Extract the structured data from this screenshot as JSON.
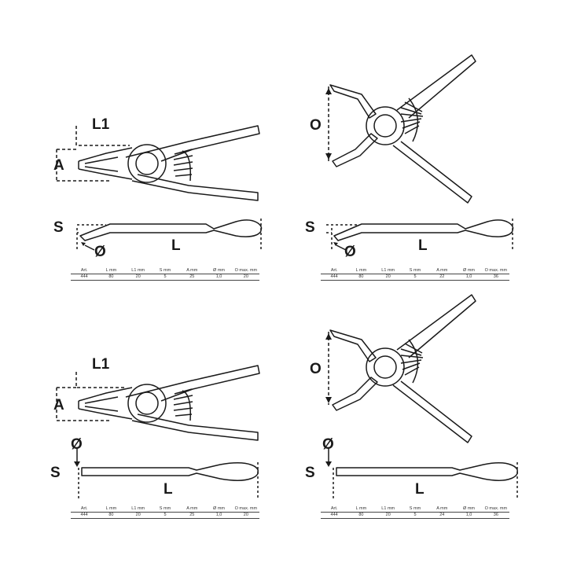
{
  "spec_columns": [
    "Art.",
    "L mm",
    "L1 mm",
    "S mm",
    "A mm",
    "Ø mm",
    "O max. mm"
  ],
  "quadrants": [
    {
      "id": "top-left",
      "kind": "closing",
      "labels": {
        "a": "A",
        "l1": "L1",
        "s": "S",
        "diameter": "Ø",
        "length": "L"
      },
      "spec": [
        "444",
        "80",
        "20",
        "5",
        "25",
        "1,0",
        "20"
      ]
    },
    {
      "id": "top-right",
      "kind": "opening",
      "labels": {
        "o": "O",
        "s": "S",
        "diameter": "Ø",
        "length": "L"
      },
      "spec": [
        "444",
        "80",
        "20",
        "5",
        "22",
        "1,0",
        "36"
      ]
    },
    {
      "id": "bottom-left",
      "kind": "closing",
      "labels": {
        "a": "A",
        "l1": "L1",
        "s": "S",
        "diameter": "Ø",
        "length": "L"
      },
      "spec": [
        "444",
        "80",
        "20",
        "5",
        "25",
        "1,0",
        "20"
      ]
    },
    {
      "id": "bottom-right",
      "kind": "opening",
      "labels": {
        "o": "O",
        "s": "S",
        "diameter": "Ø",
        "length": "L"
      },
      "spec": [
        "444",
        "80",
        "20",
        "5",
        "24",
        "1,0",
        "36"
      ]
    }
  ]
}
